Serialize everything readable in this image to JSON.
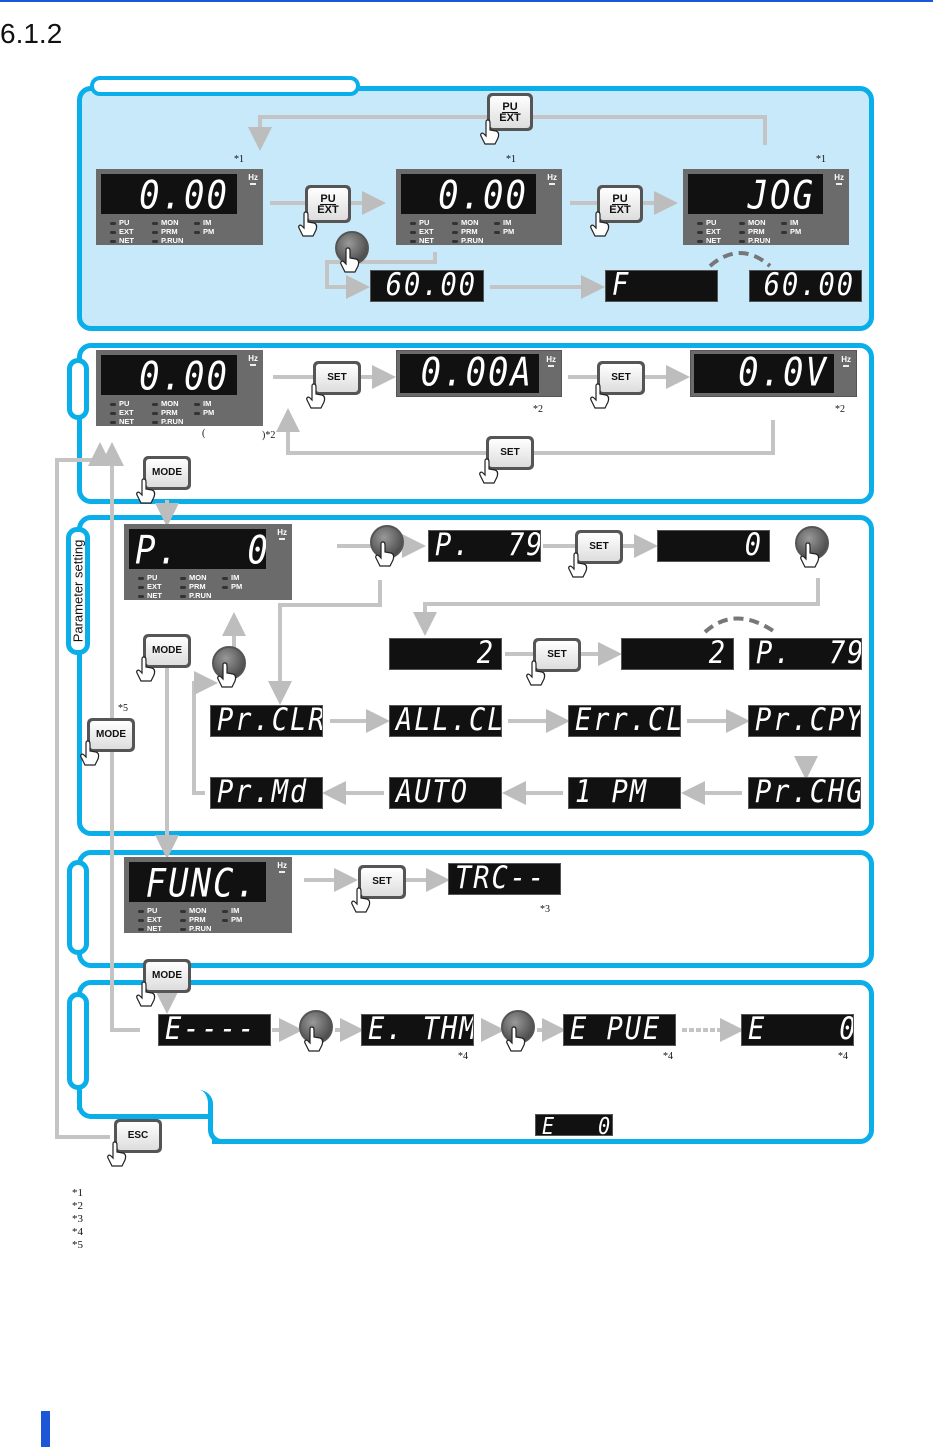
{
  "section_number": "6.1.2",
  "side_tabs": {
    "parameter_setting": "Parameter setting"
  },
  "buttons": {
    "pu": "PU",
    "ext": "EXT",
    "set": "SET",
    "mode": "MODE",
    "esc": "ESC"
  },
  "indicators": {
    "hz": "Hz",
    "pu": "PU",
    "ext": "EXT",
    "net": "NET",
    "mon": "MON",
    "prm": "PRM",
    "prun": "P.RUN",
    "im": "IM",
    "pm": "PM"
  },
  "panels": [
    "0.00",
    "0.00",
    "JOG",
    "0.00",
    "P.   0",
    "FUNC."
  ],
  "displays": [
    "60.00",
    "F",
    "60.00",
    "0.00A",
    "0.0V",
    "P.  79",
    "0",
    "2",
    "2",
    "P.  79",
    "Pr.CLR",
    "ALL.CL",
    "Err.CL",
    "Pr.CPY",
    "Pr.Md",
    "AUTO",
    "1 PM",
    "Pr.CHG",
    "TRC--",
    "E----",
    "E. THM",
    "E PUE",
    "E    0",
    "E   0"
  ],
  "notes": [
    "*1",
    "*1",
    "*1",
    "*2",
    "*2",
    "( ",
    " )*2",
    "*3",
    "*4",
    "*4",
    "*4",
    "*5"
  ],
  "footnotes": [
    "*1",
    "*2",
    "*3",
    "*4",
    "*5"
  ],
  "colors": {
    "frame": "#0aaee8",
    "panel1_fill": "#c8e9fa",
    "accent": "#1d57d8"
  }
}
